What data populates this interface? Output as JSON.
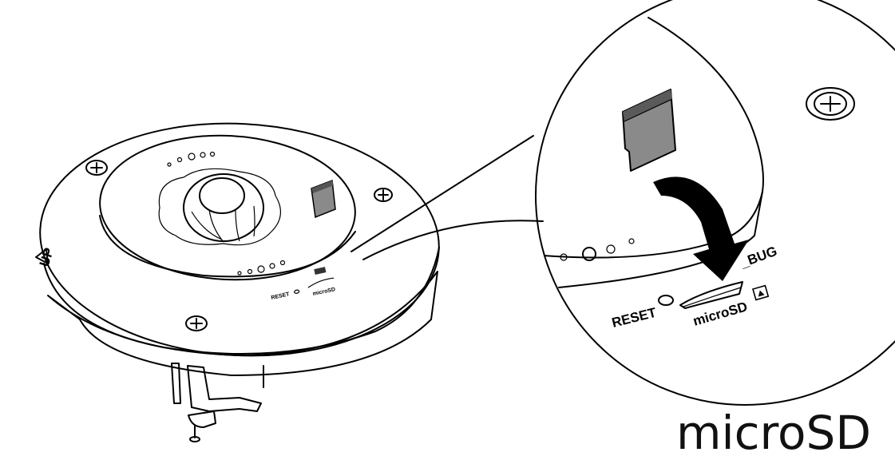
{
  "device": {
    "up_label": "UP",
    "reset_label": "RESET",
    "microsd_label": "microSD",
    "debug_label": "_BUG"
  },
  "caption": "microSD",
  "icons": [
    "screw-icon",
    "arrow-down-icon",
    "microsd-card-icon",
    "triangle-up-icon"
  ],
  "colors": {
    "card_fill": "#8a8a8a",
    "card_dark": "#555555",
    "arrow": "#000000"
  }
}
